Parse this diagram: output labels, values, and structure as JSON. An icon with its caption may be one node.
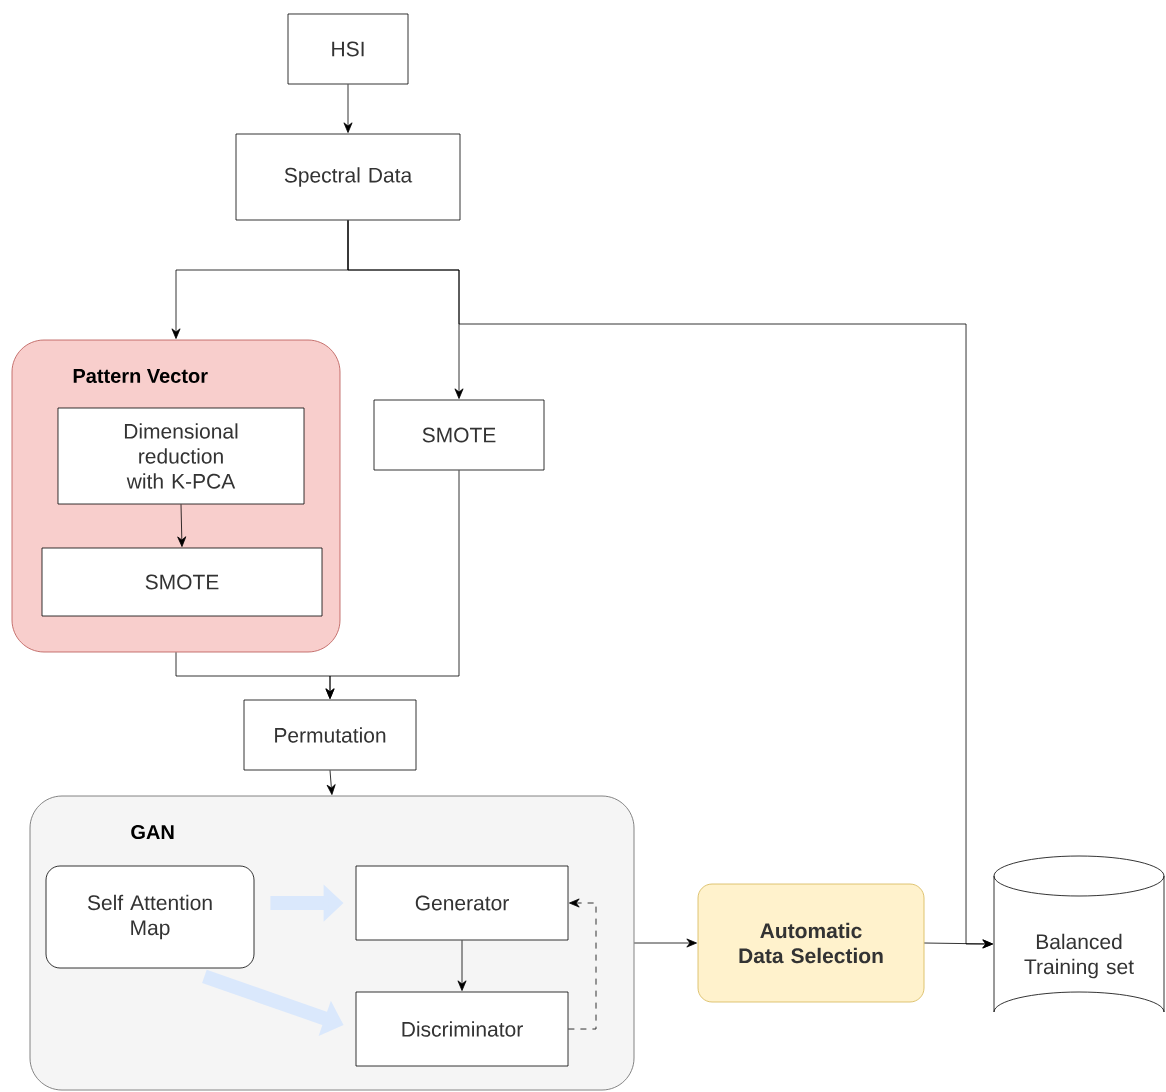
{
  "diagram": {
    "nodes": [
      {
        "text": [
          "HSI"
        ]
      },
      {
        "text": [
          "Spectral Data"
        ]
      },
      {
        "text": [
          "Pattern Vector"
        ]
      },
      {
        "text": [
          "Dimensional reduction with K-PCA"
        ],
        "in": 2
      },
      {
        "text": [
          "SMOTE"
        ],
        "in": 2
      },
      {
        "text": [
          "SMOTE"
        ]
      },
      {
        "text": [
          "Permutation"
        ]
      },
      {
        "text": [
          "GAN"
        ]
      },
      {
        "text": [
          "Self Attention Map"
        ],
        "in": 7
      },
      {
        "text": [
          "Generator"
        ],
        "in": 7
      },
      {
        "text": [
          "Discriminator"
        ],
        "in": 7
      },
      {
        "text": [
          "Automatic Data Selection"
        ]
      },
      {
        "text": [
          "Balanced Training set"
        ]
      }
    ],
    "edges": [
      {
        "from": 0,
        "to": 1,
        "arrow": "to"
      },
      {
        "from": 1,
        "to": 2,
        "arrow": "to"
      },
      {
        "from": 1,
        "to": 5,
        "arrow": "to"
      },
      {
        "from": 1,
        "to": 12,
        "arrow": "to"
      },
      {
        "from": 3,
        "to": 4,
        "arrow": "to"
      },
      {
        "from": 2,
        "to": 6,
        "arrow": "to"
      },
      {
        "from": 5,
        "to": 6,
        "arrow": "to"
      },
      {
        "from": 6,
        "to": 7,
        "arrow": "to"
      },
      {
        "from": 8,
        "to": 9,
        "arrow": "to",
        "style": "thick",
        "color": "#dae8fc"
      },
      {
        "from": 8,
        "to": 10,
        "arrow": "to",
        "style": "thick",
        "color": "#dae8fc"
      },
      {
        "from": 9,
        "to": 10,
        "arrow": "to"
      },
      {
        "from": 10,
        "to": 9,
        "arrow": "to",
        "style": "dashed"
      },
      {
        "from": 7,
        "to": 11,
        "arrow": "to"
      },
      {
        "from": 11,
        "to": 12,
        "arrow": "to"
      }
    ]
  }
}
